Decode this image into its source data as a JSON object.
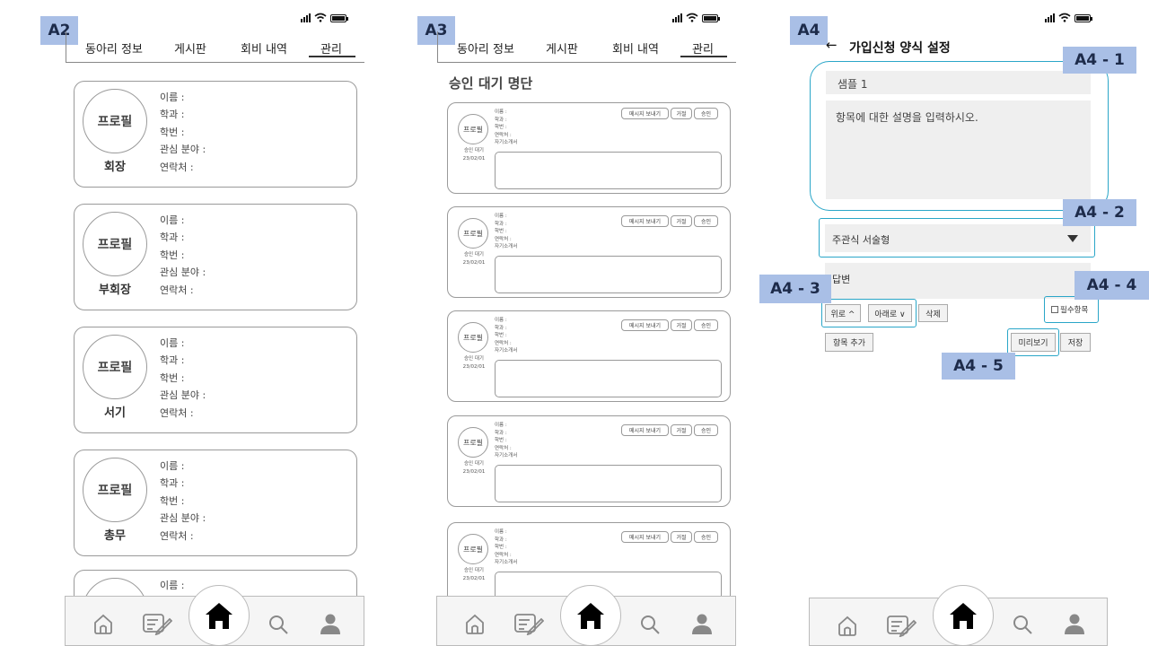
{
  "screens": {
    "a2": {
      "tag": "A2",
      "tabs": [
        "동아리 정보",
        "게시판",
        "회비 내역",
        "관리"
      ],
      "fields": [
        "이름 :",
        "학과 :",
        "학번 :",
        "관심 분야 :",
        "연락처 :"
      ],
      "avatar_label": "프로필",
      "roles": [
        "회장",
        "부회장",
        "서기",
        "총무"
      ],
      "partial_field": "이름 :"
    },
    "a3": {
      "tag": "A3",
      "tabs": [
        "동아리 정보",
        "게시판",
        "회비 내역",
        "관리"
      ],
      "section_title": "승인 대기 명단",
      "avatar_label": "프로필",
      "status_line1": "승인 대기",
      "status_line2": "23/02/01",
      "fields": [
        "이름 :",
        "학과 :",
        "학번 :",
        "연락처 :",
        "자기소개서"
      ],
      "buttons": [
        "메시지 보내기",
        "거절",
        "승인"
      ]
    },
    "a4": {
      "tag": "A4",
      "title": "가입신청 양식 설정",
      "back_icon": "←",
      "sample_title": "샘플 1",
      "description_placeholder": "항목에 대한 설명을 입력하시오.",
      "type_select": "주관식 서술형",
      "answer_label": "답변",
      "btn_up": "위로 ^",
      "btn_down": "아래로 ∨",
      "btn_delete": "삭제",
      "required_label": "필수항목",
      "btn_add": "항목 추가",
      "btn_preview": "미리보기",
      "btn_save": "저장",
      "labels": [
        "A4 - 1",
        "A4 - 2",
        "A4 - 3",
        "A4 - 4",
        "A4 - 5"
      ]
    }
  },
  "colors": {
    "tag_bg": "#a9bfe6",
    "highlight": "#2aa6c8"
  },
  "bottom_nav_icons": [
    "home-outline-icon",
    "write-icon",
    "home-filled-icon",
    "search-icon",
    "profile-icon"
  ]
}
